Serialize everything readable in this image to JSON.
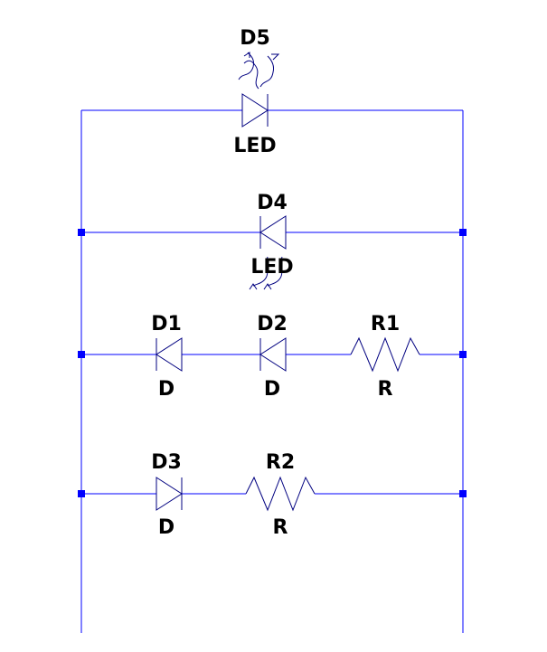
{
  "colors": {
    "wire": "#0000ff",
    "component": "#000080",
    "text": "#000000",
    "background": "#ffffff"
  },
  "components": {
    "d5": {
      "name": "D5",
      "type": "LED"
    },
    "d4": {
      "name": "D4",
      "type": "LED"
    },
    "d1": {
      "name": "D1",
      "type": "D"
    },
    "d2": {
      "name": "D2",
      "type": "D"
    },
    "r1": {
      "name": "R1",
      "type": "R"
    },
    "d3": {
      "name": "D3",
      "type": "D"
    },
    "r2": {
      "name": "R2",
      "type": "R"
    }
  }
}
